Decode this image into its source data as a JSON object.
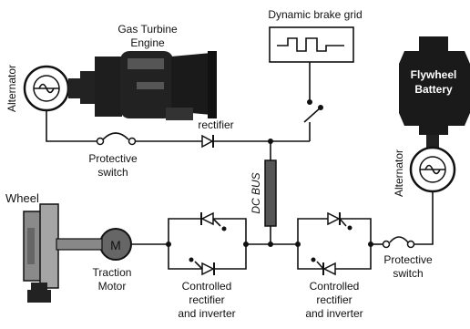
{
  "labels": {
    "gas_turbine_line1": "Gas Turbine",
    "gas_turbine_line2": "Engine",
    "alternator_left": "Alternator",
    "dynamic_brake": "Dynamic brake grid",
    "flywheel_line1": "Flywheel",
    "flywheel_line2": "Battery",
    "alternator_right": "Alternator",
    "rectifier": "rectifier",
    "protective_left_line1": "Protective",
    "protective_left_line2": "switch",
    "dc_bus": "DC BUS",
    "wheel": "Wheel",
    "motor_symbol": "M",
    "traction_line1": "Traction",
    "traction_line2": "Motor",
    "ctrl_left_line1": "Controlled",
    "ctrl_left_line2": "rectifier",
    "ctrl_left_line3": "and inverter",
    "ctrl_right_line1": "Controlled",
    "ctrl_right_line2": "rectifier",
    "ctrl_right_line3": "and inverter",
    "protective_right_line1": "Protective",
    "protective_right_line2": "switch"
  },
  "colors": {
    "ink": "#111111",
    "flywheel_fill": "#1a1a1a",
    "engine_fill": "#222222",
    "wheel_fill": "#9a9a9a"
  }
}
